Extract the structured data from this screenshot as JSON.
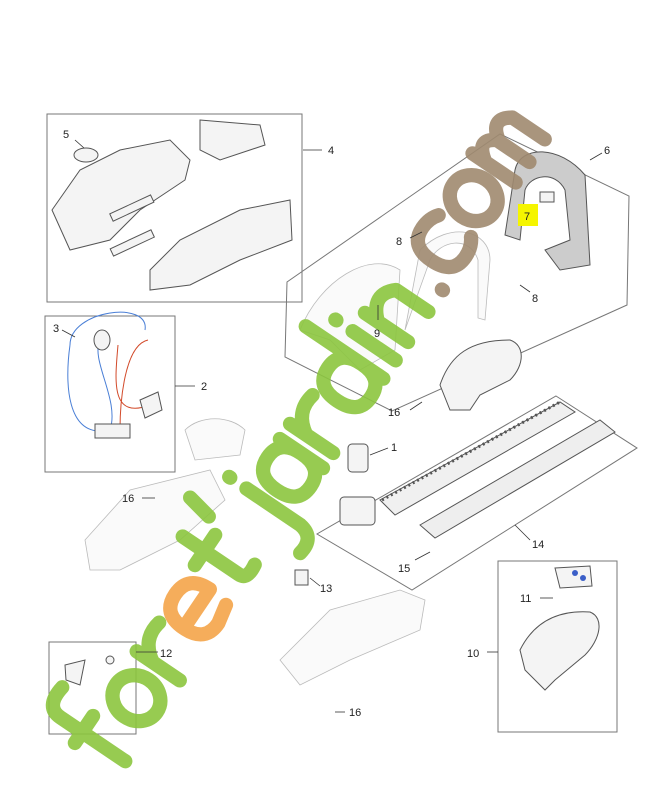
{
  "diagram": {
    "part_labels": [
      {
        "id": "label-5",
        "text": "5"
      },
      {
        "id": "label-4",
        "text": "4"
      },
      {
        "id": "label-6",
        "text": "6"
      },
      {
        "id": "label-7",
        "text": "7",
        "highlighted": true
      },
      {
        "id": "label-8a",
        "text": "8"
      },
      {
        "id": "label-8b",
        "text": "8"
      },
      {
        "id": "label-9",
        "text": "9"
      },
      {
        "id": "label-3",
        "text": "3"
      },
      {
        "id": "label-2",
        "text": "2"
      },
      {
        "id": "label-16a",
        "text": "16"
      },
      {
        "id": "label-1",
        "text": "1"
      },
      {
        "id": "label-16b",
        "text": "16"
      },
      {
        "id": "label-14",
        "text": "14"
      },
      {
        "id": "label-15",
        "text": "15"
      },
      {
        "id": "label-13",
        "text": "13"
      },
      {
        "id": "label-11",
        "text": "11"
      },
      {
        "id": "label-10",
        "text": "10"
      },
      {
        "id": "label-12",
        "text": "12"
      },
      {
        "id": "label-16c",
        "text": "16"
      }
    ],
    "highlight_color": "#f5f500",
    "wire_colors": {
      "blue": "#4a7fd6",
      "red": "#d24a2a"
    }
  },
  "watermark": {
    "text": "foret'jardin.com",
    "parts": [
      {
        "text": "for",
        "color": "#8cc63f"
      },
      {
        "text": "e",
        "color": "#f5a54a"
      },
      {
        "text": "t'jardin",
        "color": "#8cc63f"
      },
      {
        "text": ".com",
        "color": "#a08a70"
      }
    ]
  }
}
